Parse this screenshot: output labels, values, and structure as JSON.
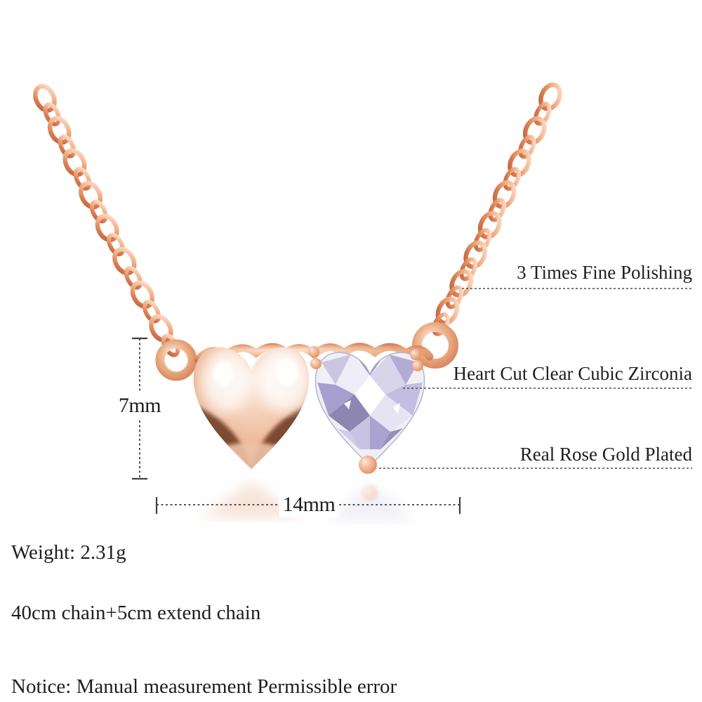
{
  "colors": {
    "background": "#ffffff",
    "text": "#1e1e1e",
    "line": "#3f3f3f",
    "rose_gold": "#e8a478",
    "rose_gold_light": "#fbe0d0",
    "rose_gold_dark": "#c06a45",
    "zirconia_tint": "#c4bede"
  },
  "annotations": {
    "polishing": "3 Times Fine Polishing",
    "zirconia": "Heart Cut Clear Cubic Zirconia",
    "plating": "Real Rose Gold Plated"
  },
  "dimensions": {
    "pendant_height": "7mm",
    "pendant_width": "14mm"
  },
  "specs": {
    "weight": "Weight: 2.31g",
    "chain_length": "40cm chain+5cm extend chain",
    "notice": "Notice: Manual measurement Permissible error"
  }
}
